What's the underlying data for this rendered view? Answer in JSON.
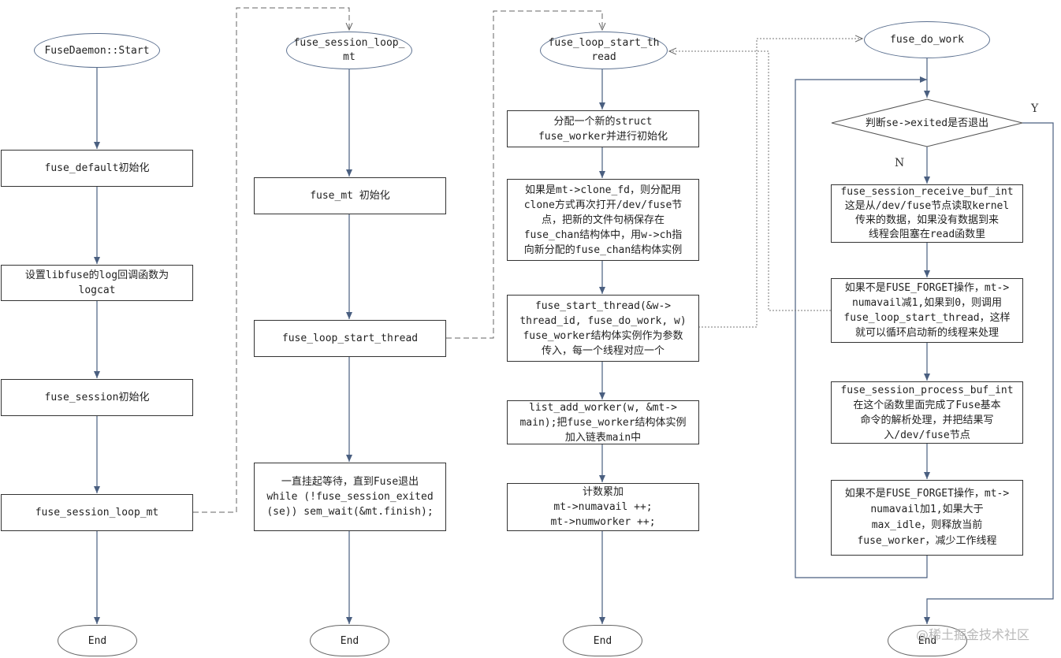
{
  "col1": {
    "start": "FuseDaemon::Start",
    "s1": "fuse_default初始化",
    "s2a": "设置libfuse的log回调函数为",
    "s2b": "logcat",
    "s3": "fuse_session初始化",
    "s4": "fuse_session_loop_mt",
    "end": "End"
  },
  "col2": {
    "start_a": "fuse_session_loop_",
    "start_b": "mt",
    "s1": "fuse_mt 初始化",
    "s2": "fuse_loop_start_thread",
    "s3a": "一直挂起等待，直到Fuse退出",
    "s3b": "while (!fuse_session_exited",
    "s3c": "(se)) sem_wait(&mt.finish);",
    "end": "End"
  },
  "col3": {
    "start_a": "fuse_loop_start_th",
    "start_b": "read",
    "s1a": "分配一个新的struct",
    "s1b": "fuse_worker并进行初始化",
    "s2a": "如果是mt->clone_fd，则分配用",
    "s2b": "clone方式再次打开/dev/fuse节",
    "s2c": "点，把新的文件句柄保存在",
    "s2d": "fuse_chan结构体中，用w->ch指",
    "s2e": "向新分配的fuse_chan结构体实例",
    "s3a": "fuse_start_thread(&w->",
    "s3b": "thread_id, fuse_do_work, w)",
    "s3c": "fuse_worker结构体实例作为参数",
    "s3d": "传入，每一个线程对应一个",
    "s4a": "list_add_worker(w, &mt->",
    "s4b": "main);把fuse_worker结构体实例",
    "s4c": "加入链表main中",
    "s5a": "计数累加",
    "s5b": "mt->numavail ++;",
    "s5c": "mt->numworker ++;",
    "end": "End"
  },
  "col4": {
    "start": "fuse_do_work",
    "decision": "判断se->exited是否退出",
    "yes": "Y",
    "no": "N",
    "s1a": "fuse_session_receive_buf_int",
    "s1b": "这是从/dev/fuse节点读取kernel",
    "s1c": "传来的数据，如果没有数据到来",
    "s1d": "线程会阻塞在read函数里",
    "s2a": "如果不是FUSE_FORGET操作，mt->",
    "s2b": "numavail减1,如果到0，则调用",
    "s2c": "fuse_loop_start_thread，这样",
    "s2d": "就可以循环启动新的线程来处理",
    "s3a": "fuse_session_process_buf_int",
    "s3b": "在这个函数里面完成了Fuse基本",
    "s3c": "命令的解析处理，并把结果写",
    "s3d": "入/dev/fuse节点",
    "s4a": "如果不是FUSE_FORGET操作，mt->",
    "s4b": "numavail加1,如果大于",
    "s4c": "max_idle，则释放当前",
    "s4d": "fuse_worker，减少工作线程",
    "end": "End"
  },
  "watermark": "@稀土掘金技术社区",
  "colors": {
    "arrow": "#4a5f80",
    "dashed": "#666666",
    "dotted": "#777777"
  }
}
